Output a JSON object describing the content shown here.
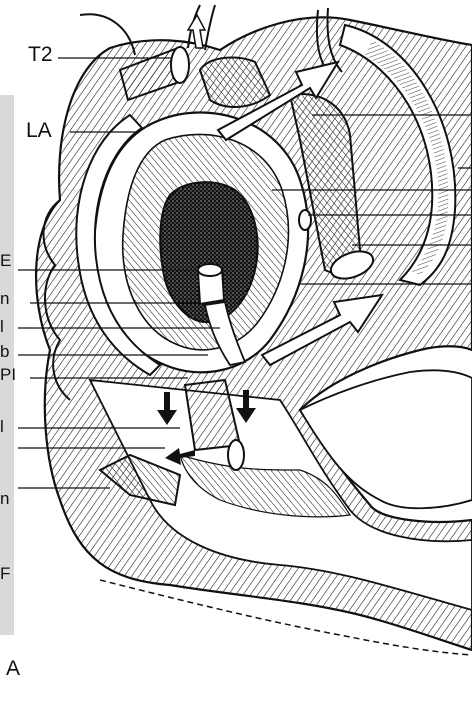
{
  "figure": {
    "labels": {
      "t2": "T2",
      "la": "LA",
      "letter_a": "A"
    },
    "partial_left_labels": [
      "E",
      "n",
      "l",
      "b",
      "PI",
      "l",
      "n",
      "F"
    ],
    "colors": {
      "ink": "#111111",
      "paper": "#ffffff",
      "shade": "#1a1a1a",
      "strip": "#d9d9d9"
    }
  }
}
